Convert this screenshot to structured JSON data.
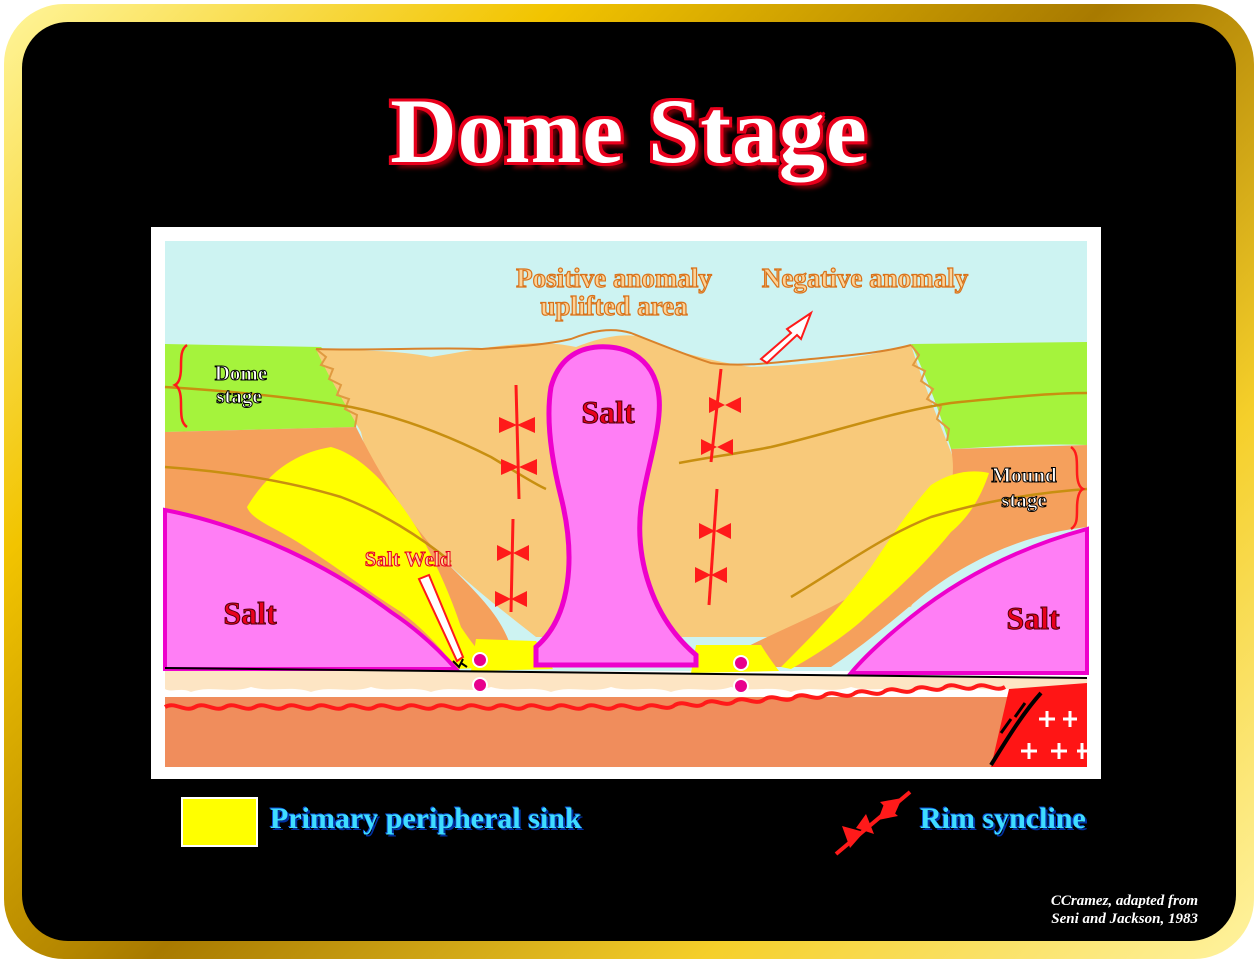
{
  "title": "Dome Stage",
  "labels": {
    "positive_anomaly_line1": "Positive anomaly",
    "positive_anomaly_line2": "uplifted area",
    "negative_anomaly": "Negative anomaly",
    "dome_stage_line1": "Dome",
    "dome_stage_line2": "stage",
    "mound_stage_line1": "Mound",
    "mound_stage_line2": "stage",
    "salt_center": "Salt",
    "salt_left": "Salt",
    "salt_right": "Salt",
    "salt_weld": "Salt Weld"
  },
  "legend": {
    "primary_sink": "Primary peripheral sink",
    "rim_syncline": "Rim syncline"
  },
  "credit": {
    "line1": "CCramez, adapted from",
    "line2": "Seni and Jackson, 1983"
  },
  "colors": {
    "sky": "#cdf3f2",
    "green_layer": "#a5f33c",
    "orange_layer": "#f5a05c",
    "tan_layer": "#f8c97a",
    "sink_yellow": "#ffff00",
    "salt": "#ff7ef5",
    "salt_outline": "#ee00cc",
    "basement": "#f08d5c",
    "pre_salt": "#fde5c4",
    "crystalline": "#ff1515",
    "syncline_red": "#ff1a1a",
    "legend_text": "#3fdcff",
    "title_outline": "#e8001c"
  }
}
